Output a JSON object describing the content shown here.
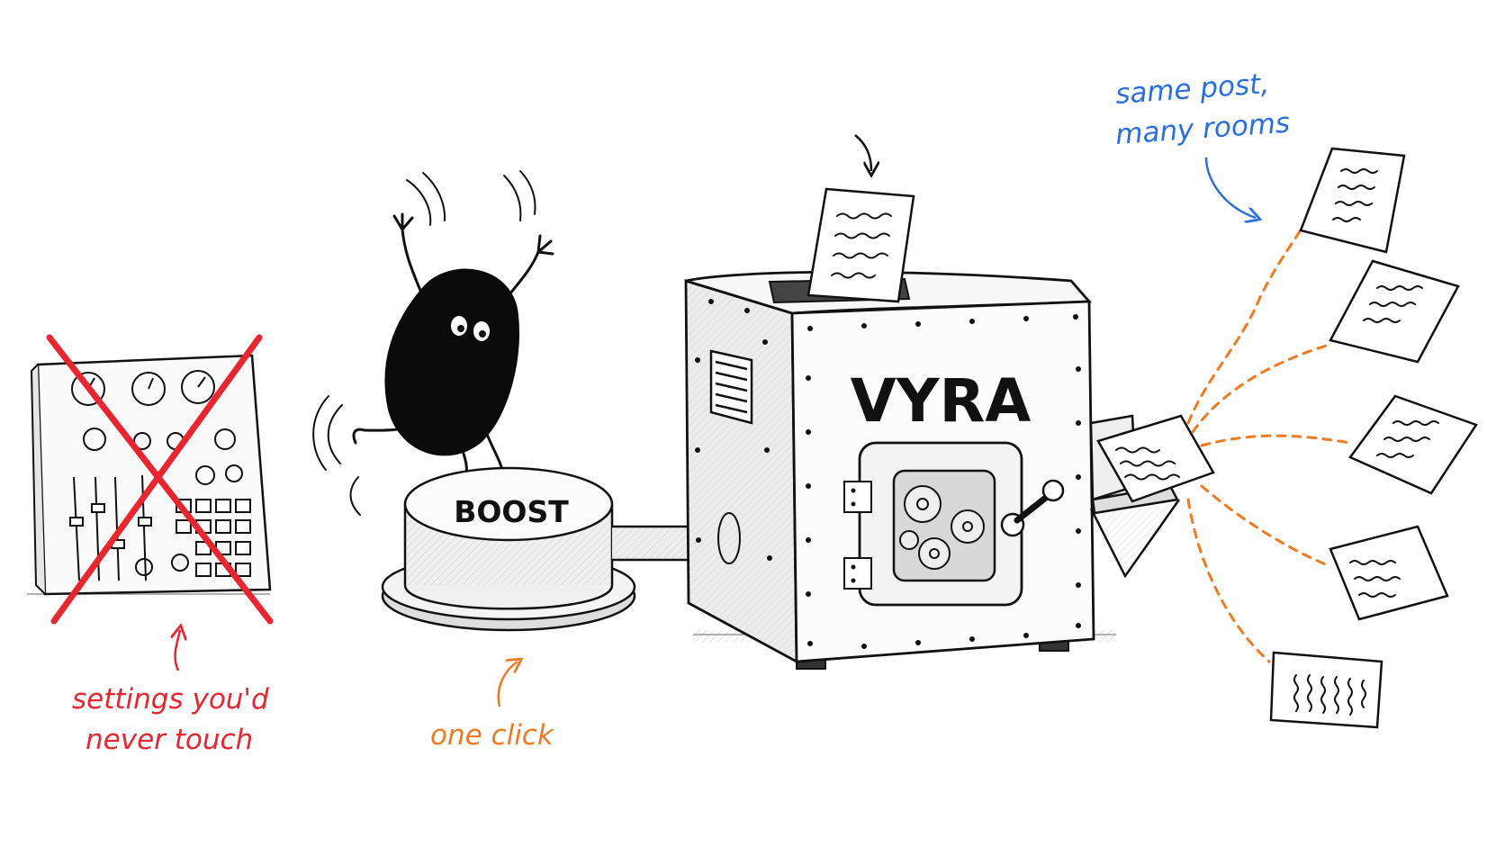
{
  "machine": {
    "brand": "VYRA"
  },
  "button": {
    "label": "BOOST"
  },
  "annotations": {
    "settings_line1": "settings you'd",
    "settings_line2": "never touch",
    "one_click": "one click",
    "same_post_line1": "same post,",
    "same_post_line2": "many rooms"
  },
  "colors": {
    "red": "#e8262f",
    "orange": "#f07a22",
    "blue": "#2a6fdb",
    "ink": "#111111"
  }
}
